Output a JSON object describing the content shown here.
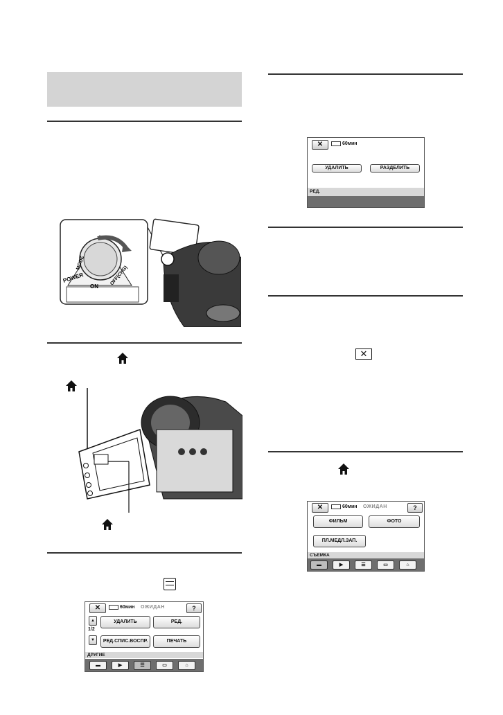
{
  "icons": {
    "home": "home-icon",
    "close": "close-x-icon",
    "other_category": "other-category-icon"
  },
  "screen_edit": {
    "close": "✕",
    "battery": "60мин",
    "delete": "УДАЛИТЬ",
    "divide": "РАЗДЕЛИТЬ",
    "band": "РЕД."
  },
  "screen_home_shoot": {
    "close": "✕",
    "battery": "60мин",
    "standby": "ОЖИДАН",
    "help": "?",
    "movie": "ФИЛЬМ",
    "photo": "ФОТО",
    "smooth_slow": "ПЛ.МЕДЛ.ЗАП.",
    "band": "СЪЕМКА"
  },
  "screen_home_other": {
    "close": "✕",
    "battery": "60мин",
    "standby": "ОЖИДАН",
    "help": "?",
    "delete": "УДАЛИТЬ",
    "edit": "РЕД.",
    "playlist_edit": "РЕД.СПИС.ВОСПР.",
    "print": "ПЕЧАТЬ",
    "page": "1/2",
    "band": "ДРУГИЕ"
  },
  "camera_dial": {
    "power": "POWER",
    "mode": "MODE",
    "on": "ON",
    "off": "OFF(CHG)"
  },
  "colors": {
    "header_gray": "#d4d4d4",
    "tab_bar": "#6e6e6e",
    "band": "#d8d8d8"
  }
}
